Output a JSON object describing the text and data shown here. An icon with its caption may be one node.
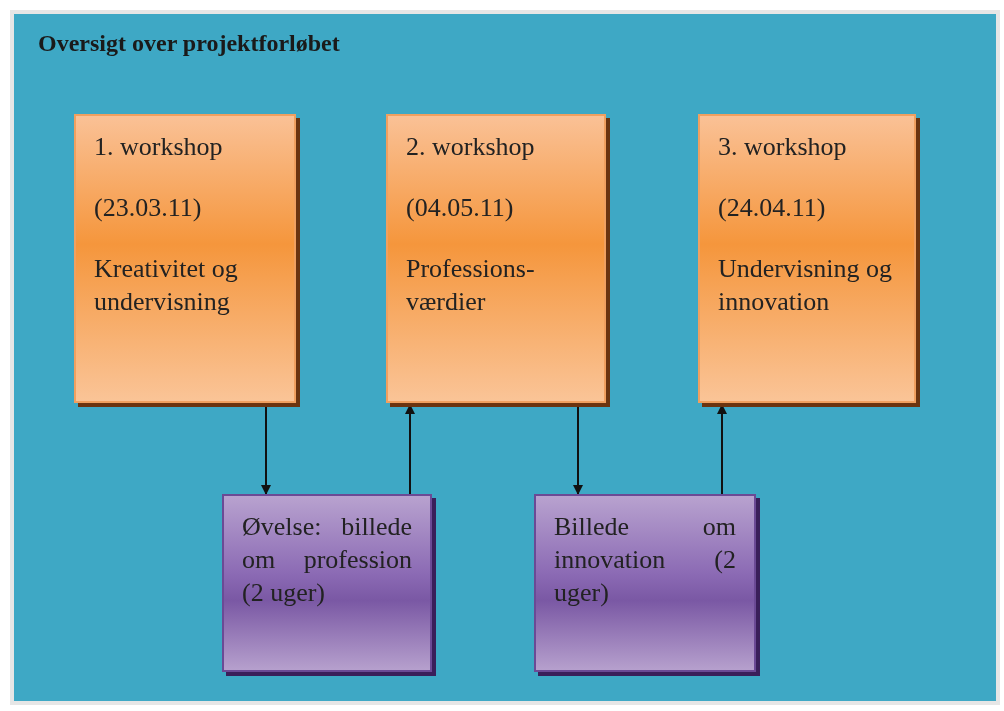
{
  "diagram": {
    "title": "Oversigt over projektforløbet",
    "nodes": [
      {
        "text": [
          "1. workshop",
          "(23.03.11)",
          "Kreativitet og undervisning"
        ]
      },
      {
        "text": [
          "2. workshop",
          "(04.05.11)",
          "Professions-værdier"
        ]
      },
      {
        "text": [
          "3. workshop",
          "(24.04.11)",
          "Undervisning og innovation"
        ]
      },
      {
        "text": [
          "Øvelse: billede om profession (2 uger)"
        ]
      },
      {
        "text": [
          "Billede om innovation (2 uger)"
        ]
      }
    ],
    "edges": [
      {
        "from": 0,
        "to": 3,
        "arrow": "to"
      },
      {
        "from": 3,
        "to": 1,
        "arrow": "to"
      },
      {
        "from": 1,
        "to": 4,
        "arrow": "to"
      },
      {
        "from": 4,
        "to": 2,
        "arrow": "to"
      }
    ]
  }
}
